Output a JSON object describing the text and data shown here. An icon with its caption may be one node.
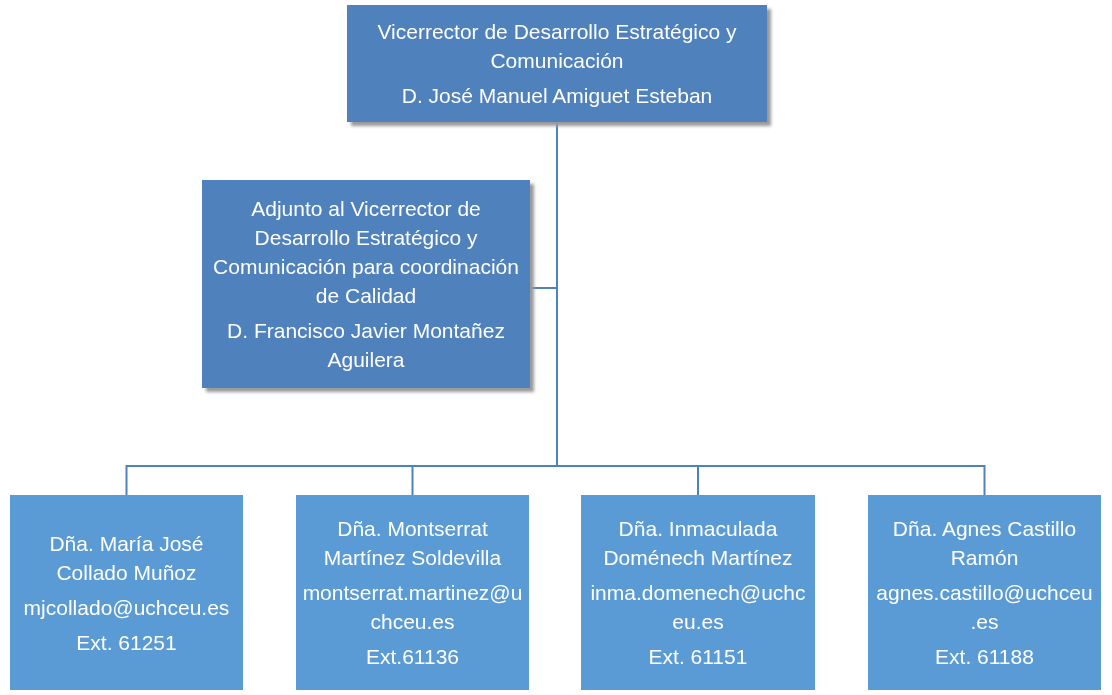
{
  "diagram": {
    "nodes": [
      {
        "text": [
          "Vicerrector de Desarrollo Estratégico y Comunicación",
          "D. José Manuel Amiguet Esteban"
        ]
      },
      {
        "text": [
          "Adjunto al Vicerrector de Desarrollo Estratégico y Comunicación para coordinación de Calidad",
          "D. Francisco Javier Montañez Aguilera"
        ]
      },
      {
        "text": [
          "Dña. María José Collado Muñoz",
          "mjcollado@uchceu.es",
          "Ext. 61251"
        ]
      },
      {
        "text": [
          "Dña. Montserrat Martínez Soldevilla",
          "montserrat.martinez@uchceu.es",
          "Ext.61136"
        ]
      },
      {
        "text": [
          "Dña. Inmaculada Doménech Martínez",
          "inma.domenech@uchceu.es",
          "Ext. 61151"
        ]
      },
      {
        "text": [
          "Dña. Agnes Castillo Ramón",
          "agnes.castillo@uchceu.es",
          "Ext. 61188"
        ]
      }
    ],
    "edges": [
      {
        "from": 0,
        "to": 1,
        "arrow": "none"
      },
      {
        "from": 0,
        "to": 2,
        "arrow": "none"
      },
      {
        "from": 0,
        "to": 3,
        "arrow": "none"
      },
      {
        "from": 0,
        "to": 4,
        "arrow": "none"
      },
      {
        "from": 0,
        "to": 5,
        "arrow": "none"
      }
    ]
  }
}
